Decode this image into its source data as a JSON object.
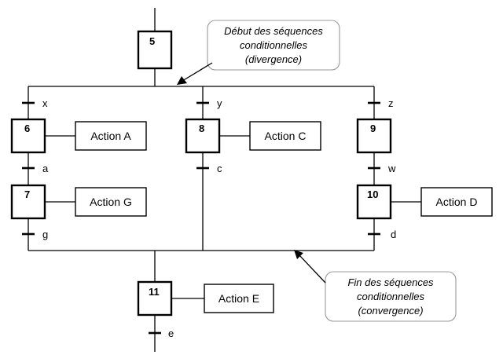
{
  "steps": {
    "s5": "5",
    "s6": "6",
    "s7": "7",
    "s8": "8",
    "s9": "9",
    "s10": "10",
    "s11": "11"
  },
  "actions": {
    "a6": "Action A",
    "a7": "Action G",
    "a8": "Action C",
    "a10": "Action D",
    "a11": "Action E"
  },
  "transitions": {
    "x": "x",
    "y": "y",
    "z": "z",
    "a": "a",
    "c": "c",
    "w": "w",
    "g": "g",
    "d": "d",
    "e": "e"
  },
  "notes": {
    "divergence": [
      "Début des séquences",
      "conditionnelles",
      "(divergence)"
    ],
    "convergence": [
      "Fin des séquences",
      "conditionnelles",
      "(convergence)"
    ]
  }
}
